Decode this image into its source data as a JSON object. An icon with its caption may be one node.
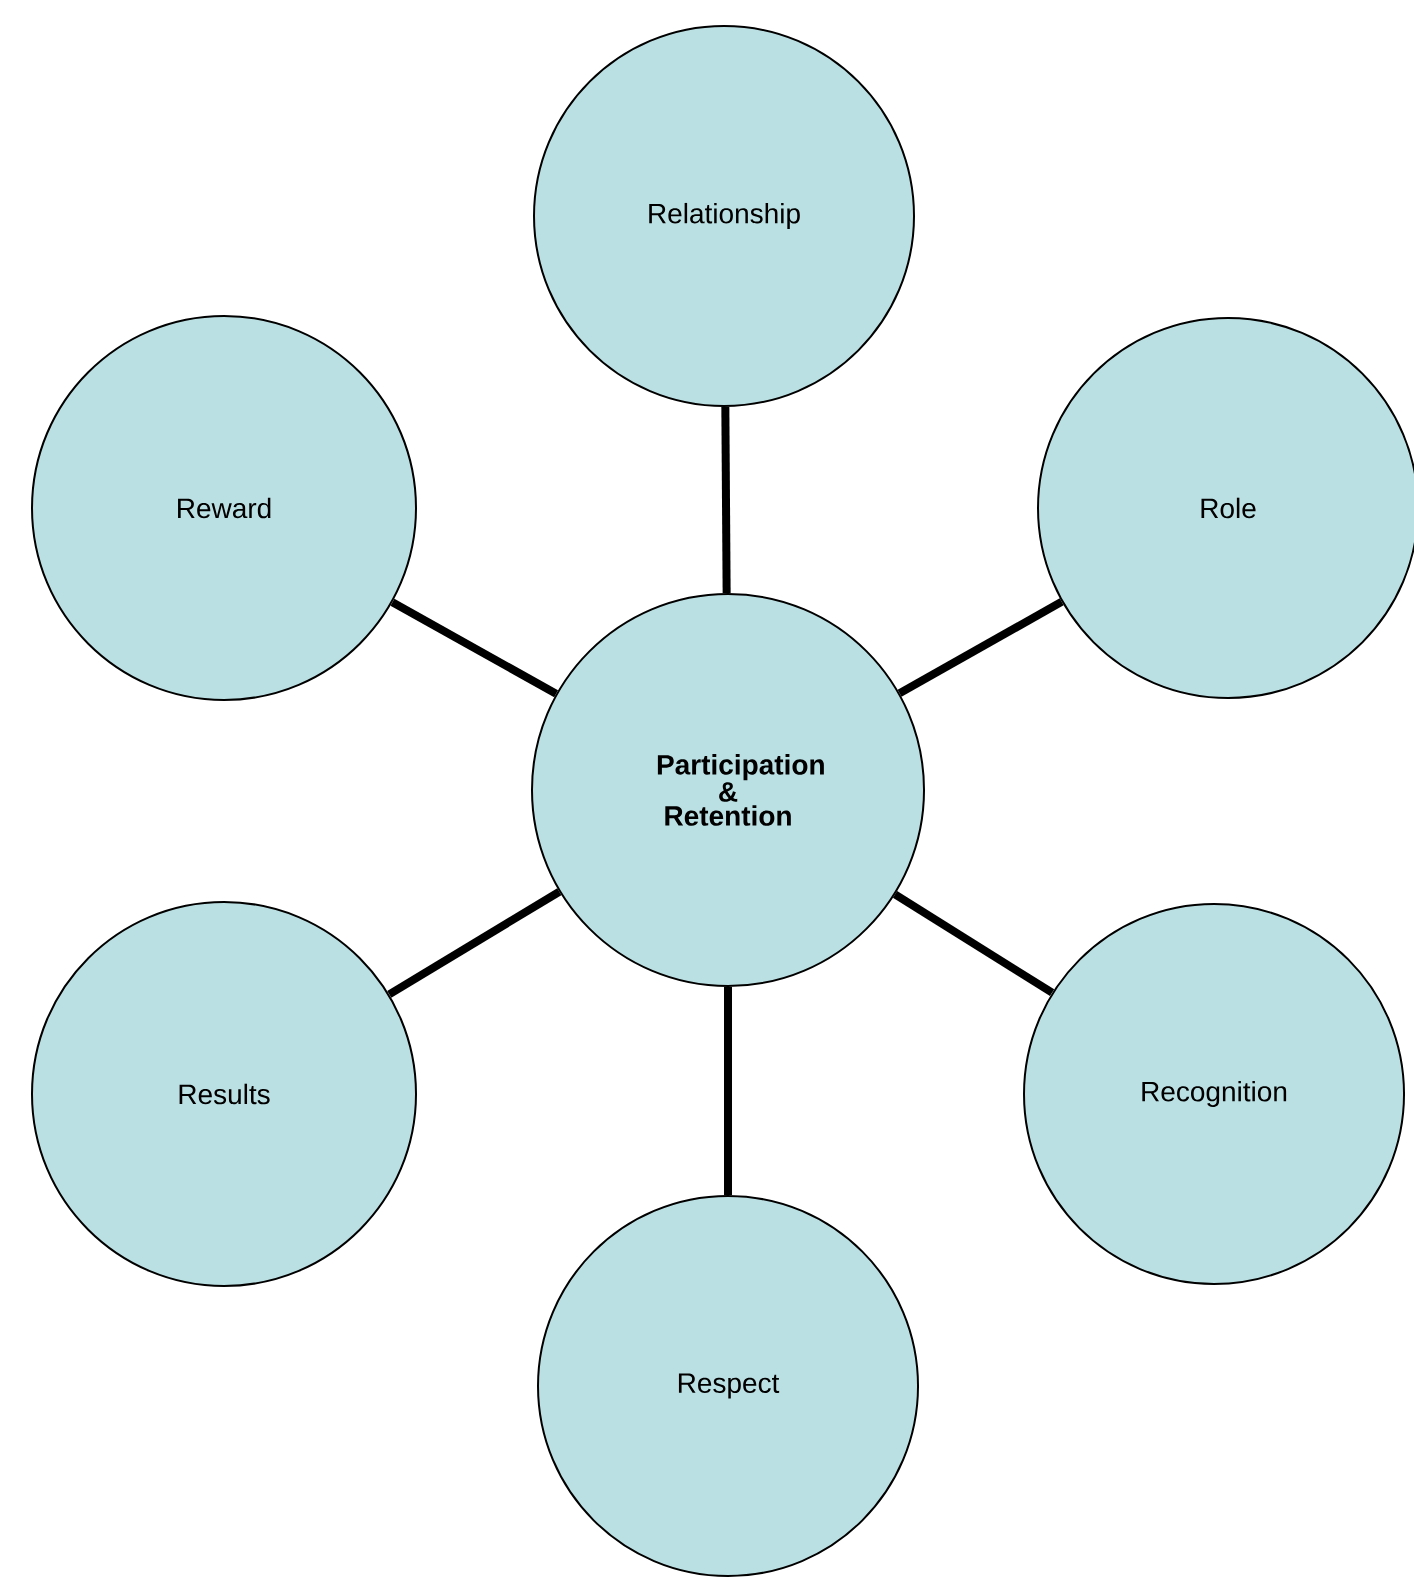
{
  "diagram": {
    "nodes": [
      {
        "text": [
          "Relationship"
        ]
      },
      {
        "text": [
          "Reward"
        ]
      },
      {
        "text": [
          "Role"
        ]
      },
      {
        "text": [
          "Participation & Retention"
        ]
      },
      {
        "text": [
          "Results"
        ]
      },
      {
        "text": [
          "Recognition"
        ]
      },
      {
        "text": [
          "Respect"
        ]
      }
    ],
    "edges": [
      {
        "from": 3,
        "to": 0,
        "arrow": "none"
      },
      {
        "from": 3,
        "to": 2,
        "arrow": "none"
      },
      {
        "from": 3,
        "to": 5,
        "arrow": "none"
      },
      {
        "from": 3,
        "to": 6,
        "arrow": "none"
      },
      {
        "from": 3,
        "to": 4,
        "arrow": "none"
      },
      {
        "from": 3,
        "to": 1,
        "arrow": "none"
      }
    ]
  }
}
